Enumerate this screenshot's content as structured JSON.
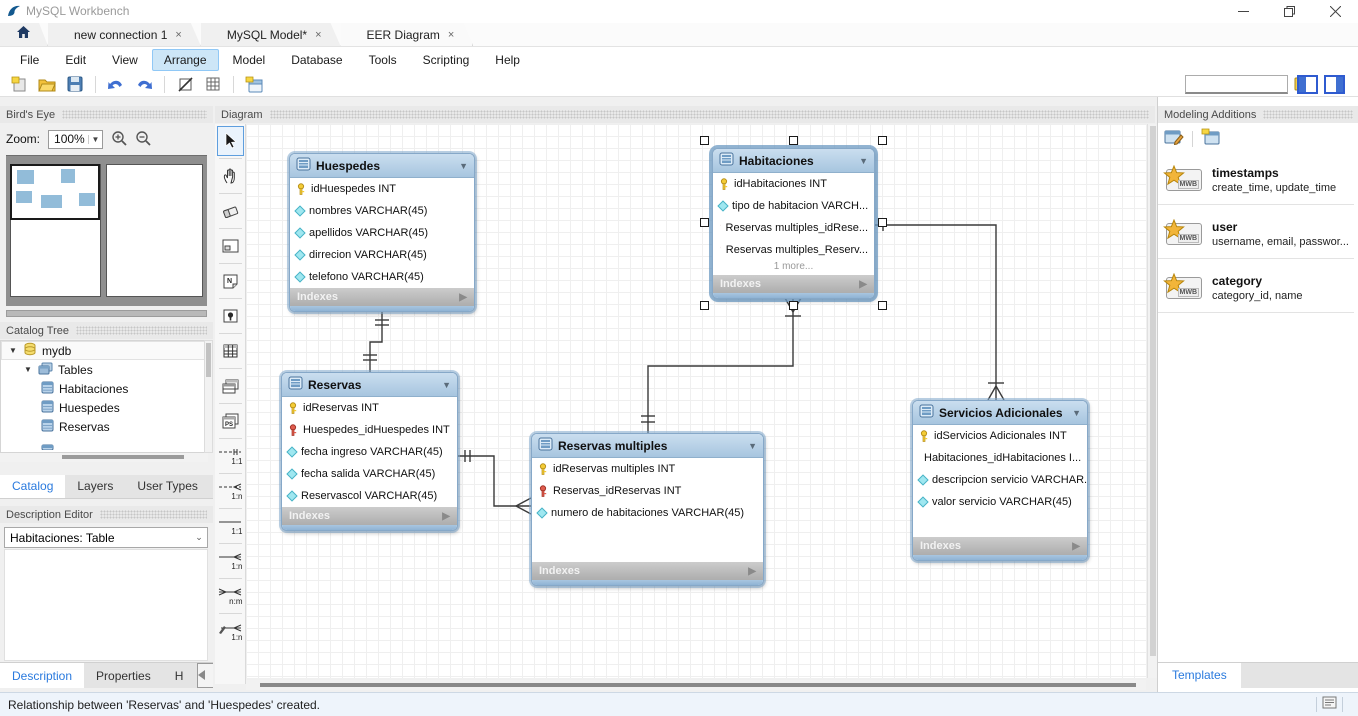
{
  "window": {
    "title": "MySQL Workbench"
  },
  "tabs": [
    {
      "label": "new connection 1",
      "close": "×"
    },
    {
      "label": "MySQL Model*",
      "close": "×"
    },
    {
      "label": "EER Diagram",
      "close": "×"
    }
  ],
  "menu": {
    "items": [
      "File",
      "Edit",
      "View",
      "Arrange",
      "Model",
      "Database",
      "Tools",
      "Scripting",
      "Help"
    ],
    "active": "Arrange"
  },
  "search": {
    "value": "",
    "placeholder": ""
  },
  "birds_eye": {
    "title": "Bird's Eye",
    "zoom_label": "Zoom:",
    "zoom_value": "100%"
  },
  "catalog": {
    "title": "Catalog Tree",
    "root": "mydb",
    "group": "Tables",
    "tables": [
      "Habitaciones",
      "Huespedes",
      "Reservas"
    ],
    "tabs": [
      "Catalog",
      "Layers",
      "User Types"
    ],
    "active_tab": "Catalog"
  },
  "description_editor": {
    "title": "Description Editor",
    "selector_value": "Habitaciones: Table"
  },
  "bottom_tabs": [
    "Description",
    "Properties",
    "H"
  ],
  "diagram": {
    "title": "Diagram",
    "rel_tools": [
      "1:1",
      "1:n",
      "1:1",
      "1:n",
      "n:m",
      "1:n"
    ],
    "tables": [
      {
        "name": "Huespedes",
        "footer": "Indexes",
        "columns": [
          {
            "icon": "pk",
            "text": "idHuespedes INT"
          },
          {
            "icon": "col",
            "text": "nombres VARCHAR(45)"
          },
          {
            "icon": "col",
            "text": "apellidos VARCHAR(45)"
          },
          {
            "icon": "col",
            "text": "dirrecion VARCHAR(45)"
          },
          {
            "icon": "col",
            "text": "telefono VARCHAR(45)"
          }
        ]
      },
      {
        "name": "Reservas",
        "footer": "Indexes",
        "columns": [
          {
            "icon": "pk",
            "text": "idReservas INT"
          },
          {
            "icon": "fk",
            "text": "Huespedes_idHuespedes INT"
          },
          {
            "icon": "col",
            "text": "fecha ingreso VARCHAR(45)"
          },
          {
            "icon": "col",
            "text": "fecha salida VARCHAR(45)"
          },
          {
            "icon": "col",
            "text": "Reservascol VARCHAR(45)"
          }
        ]
      },
      {
        "name": "Habitaciones",
        "footer": "Indexes",
        "more": "1 more...",
        "columns": [
          {
            "icon": "pk",
            "text": "idHabitaciones INT"
          },
          {
            "icon": "col",
            "text": "tipo de habitacion VARCH..."
          },
          {
            "icon": "fk",
            "text": "Reservas multiples_idRese..."
          },
          {
            "icon": "fk",
            "text": "Reservas multiples_Reserv..."
          }
        ]
      },
      {
        "name": "Reservas multiples",
        "footer": "Indexes",
        "columns": [
          {
            "icon": "pk",
            "text": "idReservas multiples INT"
          },
          {
            "icon": "fk",
            "text": "Reservas_idReservas INT"
          },
          {
            "icon": "col",
            "text": "numero de habitaciones VARCHAR(45)"
          }
        ]
      },
      {
        "name": "Servicios Adicionales",
        "footer": "Indexes",
        "columns": [
          {
            "icon": "pk",
            "text": "idServicios Adicionales INT"
          },
          {
            "icon": "fk",
            "text": "Habitaciones_idHabitaciones I..."
          },
          {
            "icon": "col",
            "text": "descripcion servicio VARCHAR..."
          },
          {
            "icon": "col",
            "text": "valor servicio VARCHAR(45)"
          }
        ]
      }
    ]
  },
  "modeling_additions": {
    "title": "Modeling Additions",
    "badge": "MWB",
    "items": [
      {
        "name": "timestamps",
        "desc": "create_time, update_time"
      },
      {
        "name": "user",
        "desc": "username, email, passwor..."
      },
      {
        "name": "category",
        "desc": "category_id, name"
      }
    ],
    "bottom_tab": "Templates"
  },
  "status_bar": {
    "message": "Relationship between 'Reservas' and 'Huespedes' created."
  },
  "colors": {
    "header_blue": "#a7c5df",
    "selection_blue": "#5e9ede",
    "pk_gold": "#e8b71a",
    "fk_red": "#cc3b3b",
    "attr_cyan": "#9fe7f0"
  }
}
